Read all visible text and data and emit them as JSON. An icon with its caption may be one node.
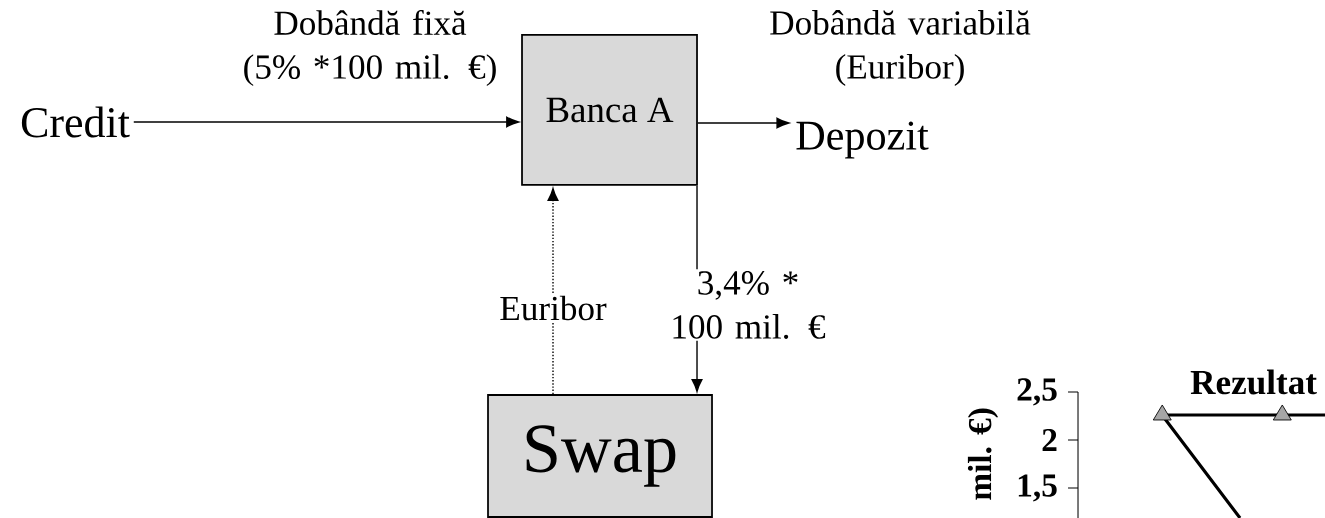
{
  "diagram": {
    "nodes": [
      {
        "text": [
          "Credit"
        ]
      },
      {
        "text": [
          "Banca A"
        ]
      },
      {
        "text": [
          "Depozit"
        ]
      },
      {
        "text": [
          "Swap"
        ]
      }
    ],
    "edges": [
      {
        "from": 0,
        "to": 1,
        "arrow": "to",
        "label": "Dobândă fixă (5% *100 mil. €)"
      },
      {
        "from": 1,
        "to": 2,
        "arrow": "to",
        "label": "Dobândă variabilă (Euribor)"
      },
      {
        "from": 1,
        "to": 3,
        "arrow": "to",
        "label": "3,4% * 100 mil. €"
      },
      {
        "from": 3,
        "to": 1,
        "arrow": "to",
        "label": "Euribor",
        "style": "dashed"
      }
    ],
    "labels": [
      "Rezultat",
      "2,5",
      "2",
      "1,5",
      "mil. €)"
    ]
  }
}
